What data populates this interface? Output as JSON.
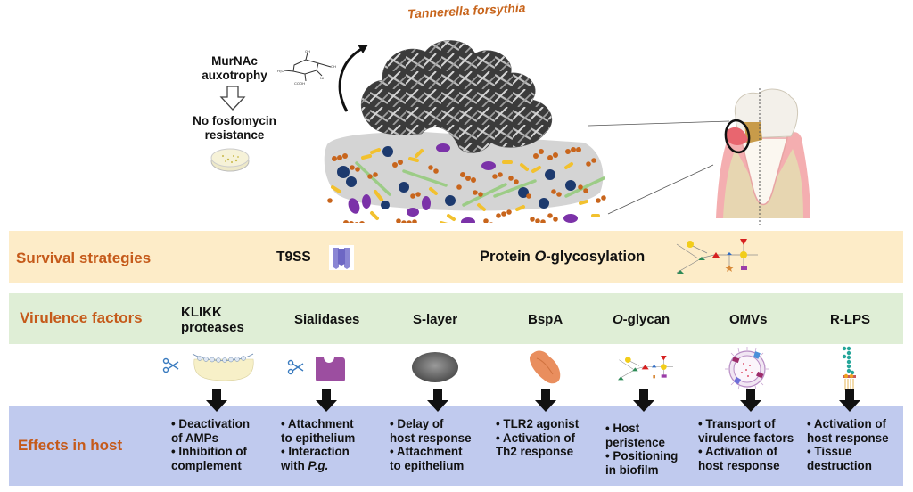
{
  "top": {
    "organism_label": "Tannerella forsythia",
    "murnac": [
      "MurNAc",
      "auxotrophy"
    ],
    "no_fosfomycin": [
      "No fosfomycin",
      "resistance"
    ]
  },
  "rows": {
    "survival": {
      "label": "Survival strategies",
      "items": [
        {
          "label": "T9SS",
          "icon": "t9ss-secretion-system-icon"
        },
        {
          "label_prefix": "Protein ",
          "label_italic": "O",
          "label_suffix": "-glycosylation",
          "icon": "glycan-structure-icon"
        }
      ]
    },
    "virulence": {
      "label": "Virulence factors",
      "items": [
        {
          "line1": "KLIKK",
          "line2": "proteases"
        },
        {
          "line1": "Sialidases"
        },
        {
          "line1": "S-layer"
        },
        {
          "line1": "BspA"
        },
        {
          "italic": "O",
          "line1": "-glycan"
        },
        {
          "line1": "OMVs"
        },
        {
          "line1": "R-LPS"
        }
      ]
    },
    "effects": {
      "label": "Effects in host",
      "items": [
        [
          "• Deactivation",
          "of AMPs",
          "• Inhibition of",
          "complement"
        ],
        [
          "• Attachment",
          "to epithelium",
          "• Interaction",
          "with "
        ],
        [
          "• Delay of",
          "host response",
          "• Attachment",
          "to epithelium"
        ],
        [
          "• TLR2 agonist",
          "• Activation of",
          "Th2 response"
        ],
        [
          "• Host",
          "peristence",
          "• Positioning",
          "in biofilm"
        ],
        [
          "• Transport of",
          "virulence factors",
          "• Activation of",
          "host response"
        ],
        [
          "• Activation of",
          "host response",
          "• Tissue",
          "destruction"
        ]
      ],
      "pg_italic": "P.g."
    }
  },
  "colors": {
    "label_orange": "#c55a1a",
    "survival_band": "#fdecc8",
    "virulence_band": "#dfeed6",
    "effects_band": "#c0caee"
  }
}
